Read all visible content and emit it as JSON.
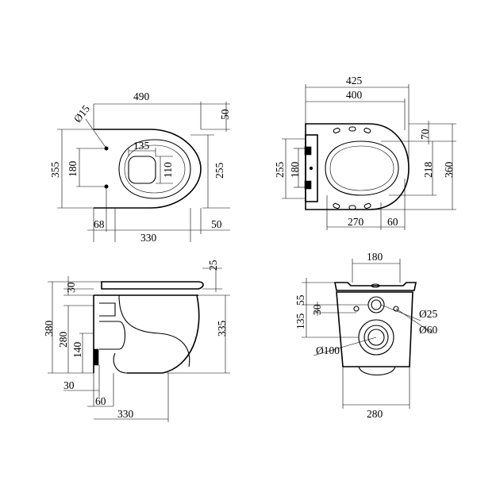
{
  "views": {
    "top": {
      "width_total": "490",
      "hole_diameter": "Ø15",
      "right_top": "50",
      "overall_depth": "355",
      "hole_spacing": "180",
      "bowl_width": "135",
      "bowl_depth": "110",
      "right_inner": "255",
      "offset_left": "68",
      "bowl_length": "330",
      "right_bottom": "50"
    },
    "seat": {
      "width_outer": "425",
      "width_inner": "400",
      "hinge_height": "255",
      "hinge_spacing": "180",
      "top_offset": "70",
      "opening": "218",
      "overall": "360",
      "bottom_width": "270",
      "bottom_right": "60"
    },
    "side": {
      "seat_thickness": "25",
      "top_gap": "30",
      "total_height": "380",
      "outlet_height": "280",
      "inlet_height": "140",
      "right_height": "335",
      "bottom_left": "30",
      "bottom_mid": "60",
      "bottom_length": "330"
    },
    "back": {
      "top_width": "180",
      "dim_55": "55",
      "dim_135": "135",
      "dim_30": "30",
      "inlet_diameter": "Ø25",
      "bolt_diameter": "Ø60",
      "outlet_diameter": "Ø100",
      "base_width": "280"
    }
  }
}
